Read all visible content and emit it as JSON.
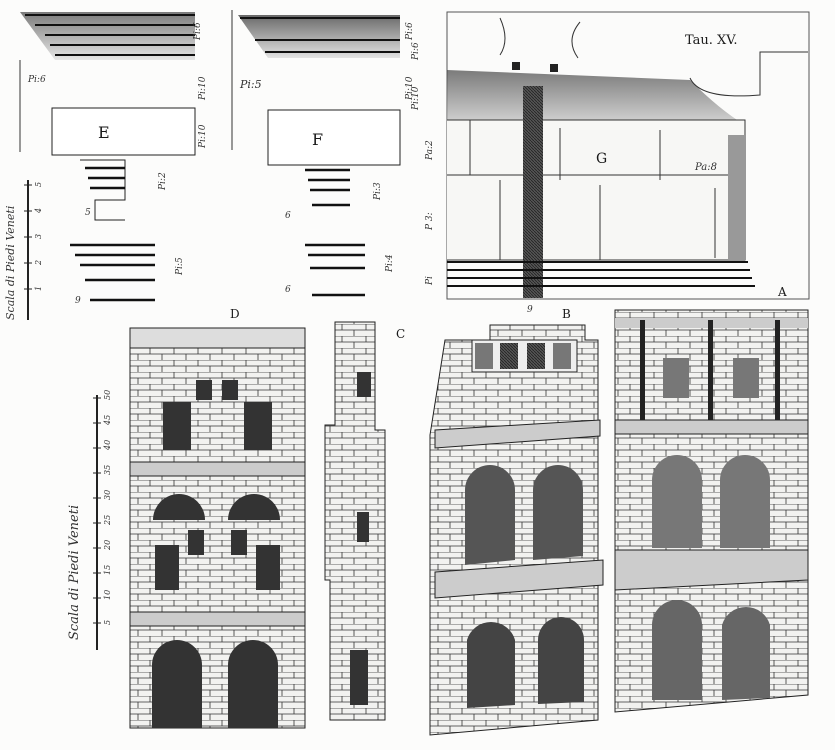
{
  "plate": {
    "title": "Tau. XV.",
    "letters": {
      "a": "A",
      "b": "B",
      "c": "C",
      "d": "D",
      "e": "E",
      "f": "F",
      "g": "G"
    },
    "scale_small": {
      "label": "Scala di Piedi Veneti",
      "ticks": [
        "1",
        "2",
        "3",
        "4",
        "5"
      ]
    },
    "scale_large": {
      "label": "Scala di Piedi Veneti",
      "ticks": [
        "5",
        "10",
        "15",
        "20",
        "25",
        "30",
        "35",
        "40",
        "45",
        "50"
      ]
    },
    "measures": {
      "e_top": "Pi:6",
      "e_right1": "Pi:10",
      "e_right2": "Pi:10",
      "e_brace": "Pi:6",
      "e_cap": "Pi:2",
      "e_base": "Pi:5",
      "e_num1": "5",
      "e_num2": "9",
      "f_left": "Pi:5",
      "f_right1": "Pi:6",
      "f_right2": "Pi:10",
      "f_cap": "Pi:3",
      "f_base": "Pi:4",
      "f_num1": "6",
      "f_num2": "6",
      "g_right": "Pa:8",
      "side1": "Pi:6",
      "side2": "Pi:10",
      "side3": "Pa:2",
      "side4": "P 3:",
      "side5": "Pi",
      "b_num": "9"
    }
  }
}
